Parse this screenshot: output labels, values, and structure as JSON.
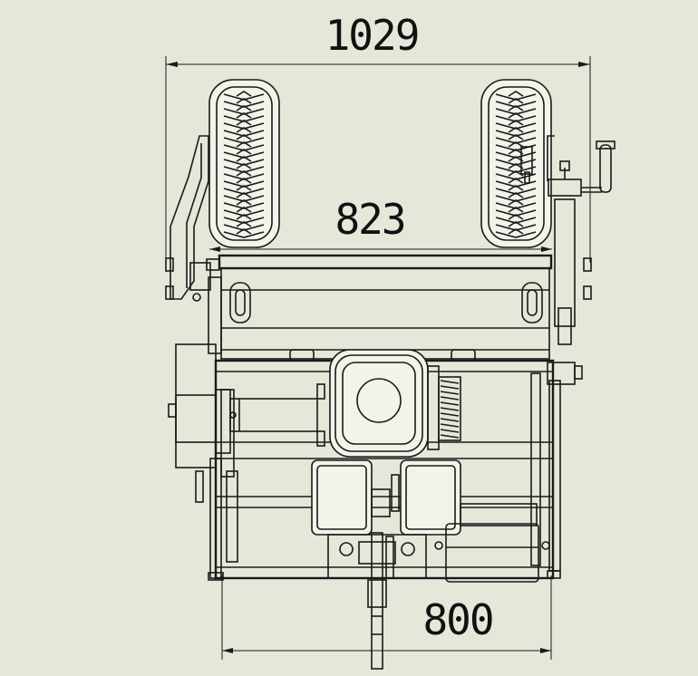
{
  "drawing": {
    "background": "#e6e6d9",
    "line_color": "#1a1a1a",
    "dimensions": {
      "overall_width": "1029",
      "wheel_track": "823",
      "deck_width": "800"
    }
  }
}
